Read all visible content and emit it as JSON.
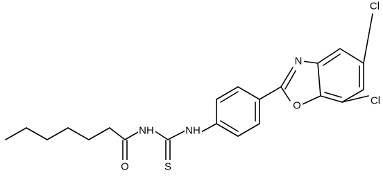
{
  "molecule": {
    "atoms": {
      "cl_top": "Cl",
      "cl_bottom": "Cl",
      "oxazole_n": "N",
      "oxazole_o": "O",
      "amine_nh_left": "NH",
      "amine_nh_right": "NH",
      "carbonyl_o": "O",
      "thione_s": "S"
    },
    "colors": {
      "bond": "#000000",
      "label": "#000000",
      "background": "#ffffff"
    }
  }
}
